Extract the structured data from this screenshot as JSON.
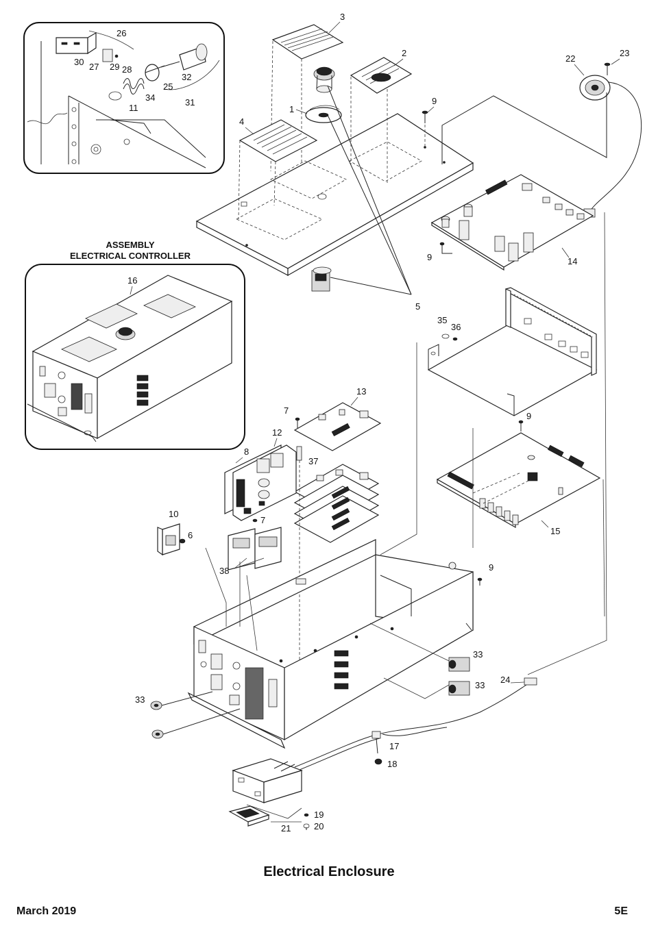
{
  "document": {
    "title": "Electrical Enclosure",
    "date": "March 2019",
    "page_number": "5E"
  },
  "inset_assembly": {
    "heading_line1": "ASSEMBLY",
    "heading_line2": "ELECTRICAL CONTROLLER",
    "callout": "16"
  },
  "callouts": {
    "c1": "1",
    "c2": "2",
    "c3": "3",
    "c4": "4",
    "c5": "5",
    "c6": "6",
    "c7a": "7",
    "c7b": "7",
    "c8": "8",
    "c9a": "9",
    "c9b": "9",
    "c9c": "9",
    "c9d": "9",
    "c10": "10",
    "c11": "11",
    "c12": "12",
    "c13": "13",
    "c14": "14",
    "c15": "15",
    "c17": "17",
    "c18": "18",
    "c19": "19",
    "c20": "20",
    "c21": "21",
    "c22": "22",
    "c23": "23",
    "c24": "24",
    "c25": "25",
    "c26": "26",
    "c27": "27",
    "c28": "28",
    "c29": "29",
    "c30": "30",
    "c31": "31",
    "c32": "32",
    "c33a": "33",
    "c33b": "33",
    "c33c": "33",
    "c34": "34",
    "c35": "35",
    "c36": "36",
    "c37": "37",
    "c38": "38"
  }
}
